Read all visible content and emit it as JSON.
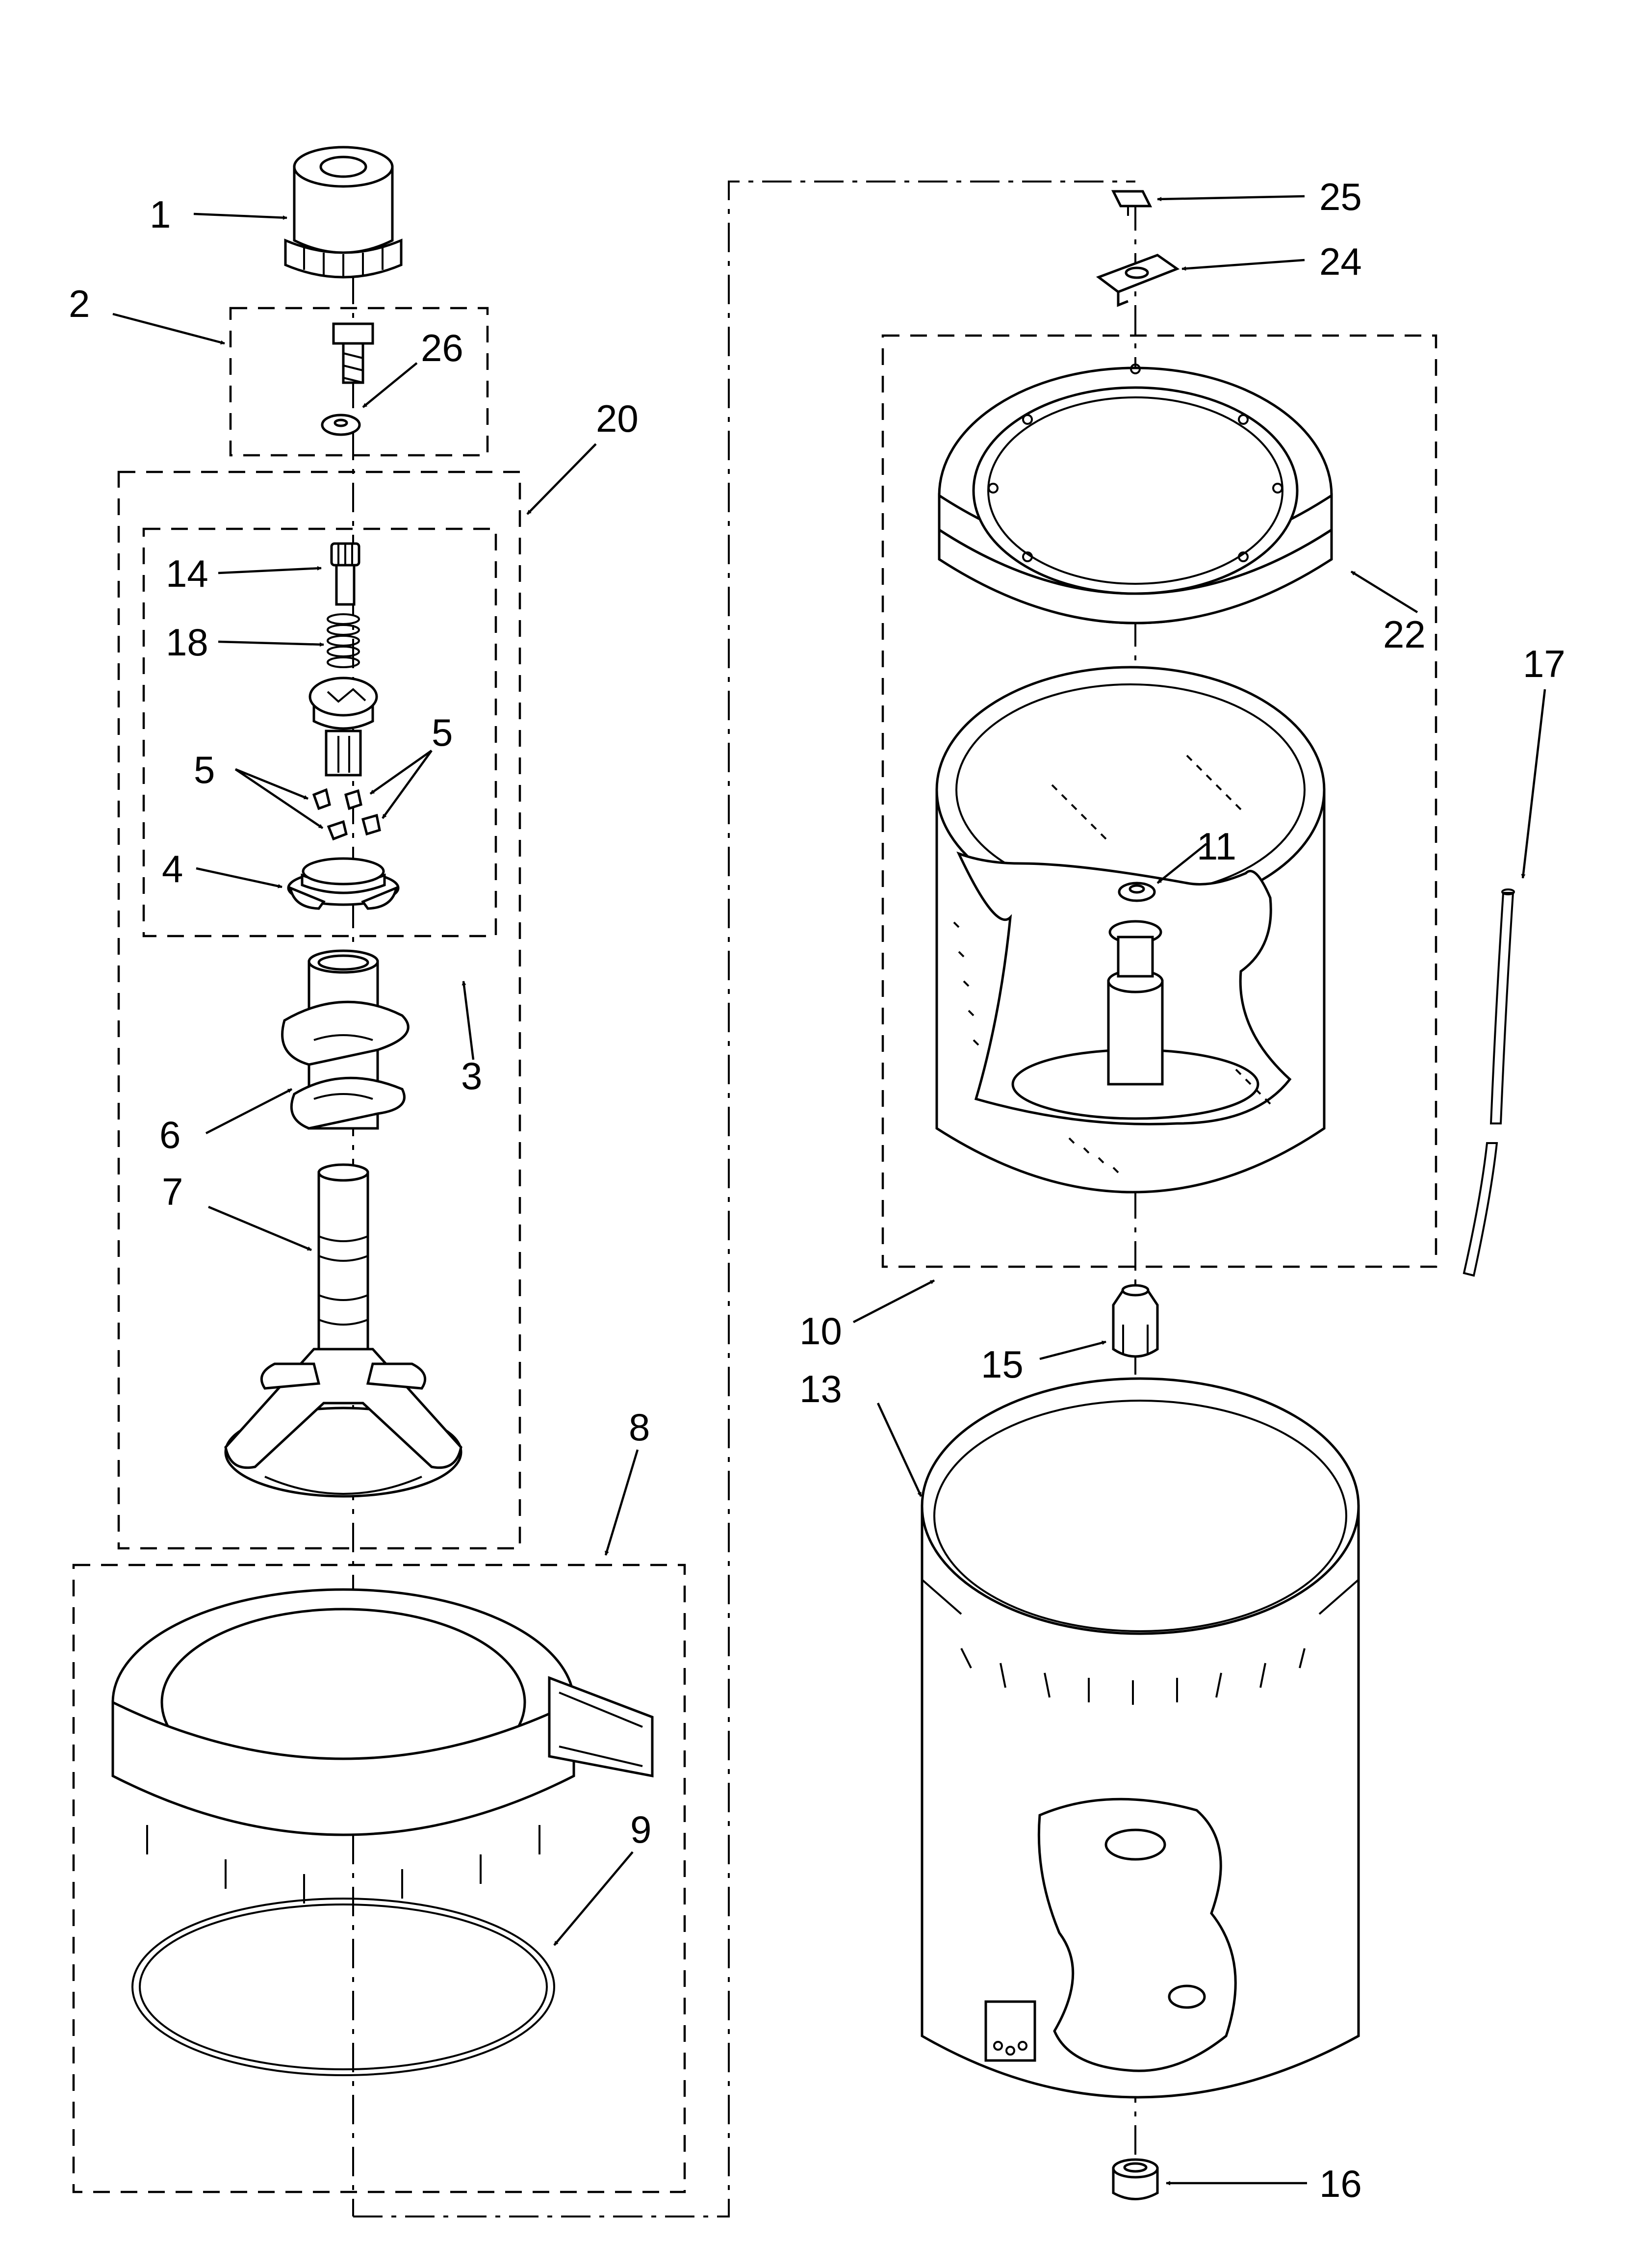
{
  "callouts": {
    "c1": "1",
    "c2": "2",
    "c3": "3",
    "c4": "4",
    "c5a": "5",
    "c5b": "5",
    "c6": "6",
    "c7": "7",
    "c8": "8",
    "c9": "9",
    "c10": "10",
    "c11": "11",
    "c13": "13",
    "c14": "14",
    "c15": "15",
    "c16": "16",
    "c17": "17",
    "c18": "18",
    "c20": "20",
    "c22": "22",
    "c24": "24",
    "c25": "25",
    "c26": "26"
  }
}
